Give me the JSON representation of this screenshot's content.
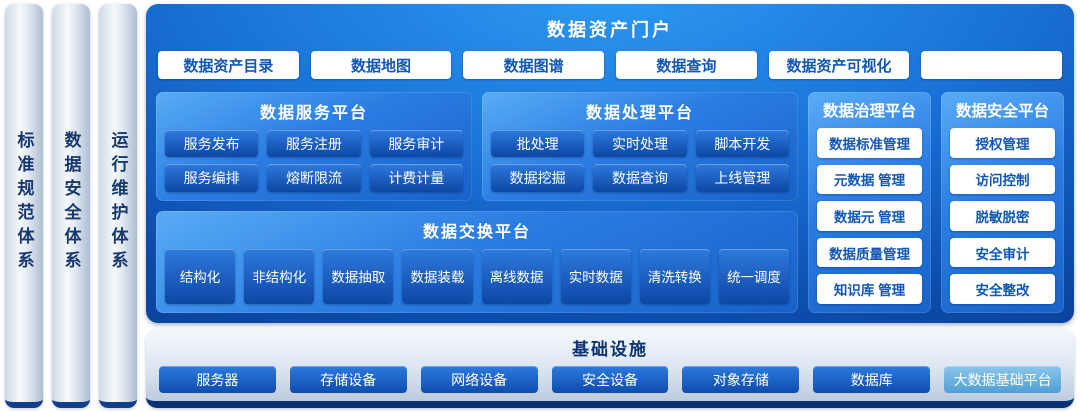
{
  "colors": {
    "panel_blue": "#1a74da",
    "deep_navy": "#093a8c",
    "button_text_blue": "#1257b4",
    "infra_alt_button": "#4f9fd6"
  },
  "pillars": [
    {
      "label": "标准规范体系"
    },
    {
      "label": "数据安全体系"
    },
    {
      "label": "运行维护体系"
    }
  ],
  "portal": {
    "title": "数据资产门户",
    "buttons": [
      "数据资产目录",
      "数据地图",
      "数据图谱",
      "数据查询",
      "数据资产可视化",
      ""
    ]
  },
  "service_platform": {
    "title": "数据服务平台",
    "buttons": [
      "服务发布",
      "服务注册",
      "服务审计",
      "服务编排",
      "熔断限流",
      "计费计量"
    ]
  },
  "processing_platform": {
    "title": "数据处理平台",
    "buttons": [
      "批处理",
      "实时处理",
      "脚本开发",
      "数据挖掘",
      "数据查询",
      "上线管理"
    ]
  },
  "governance_platform": {
    "title": "数据治理平台",
    "items": [
      "数据标准管理",
      "元数据 管理",
      "数据元 管理",
      "数据质量管理",
      "知识库 管理"
    ]
  },
  "security_platform": {
    "title": "数据安全平台",
    "items": [
      "授权管理",
      "访问控制",
      "脱敏脱密",
      "安全审计",
      "安全整改"
    ]
  },
  "exchange_platform": {
    "title": "数据交换平台",
    "buttons": [
      "结构化",
      "非结构化",
      "数据抽取",
      "数据装载",
      "离线数据",
      "实时数据",
      "清洗转换",
      "统一调度"
    ]
  },
  "infrastructure": {
    "title": "基础设施",
    "buttons": [
      "服务器",
      "存储设备",
      "网络设备",
      "安全设备",
      "对象存储",
      "数据库",
      "大数据基础平台"
    ]
  }
}
